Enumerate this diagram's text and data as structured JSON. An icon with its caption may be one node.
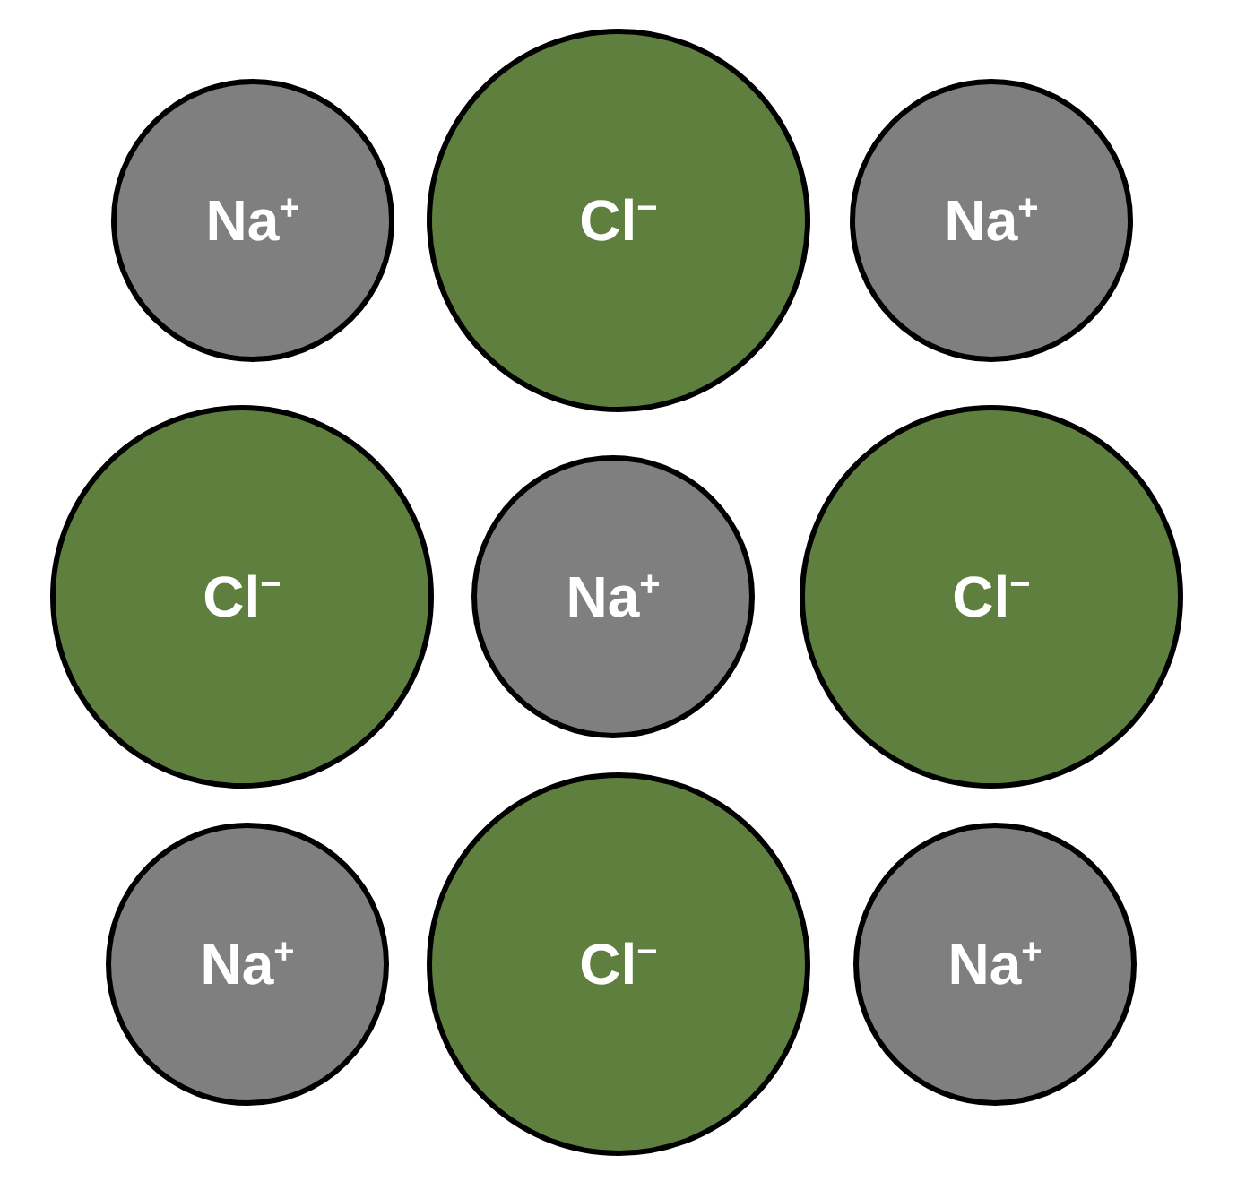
{
  "diagram": {
    "nodes": [
      {
        "text": [
          "Na$^{+}$"
        ]
      },
      {
        "text": [
          "Cl$^{−}$"
        ]
      },
      {
        "text": [
          "Na$^{+}$"
        ]
      },
      {
        "text": [
          "Cl$^{−}$"
        ]
      },
      {
        "text": [
          "Na$^{+}$"
        ]
      },
      {
        "text": [
          "Cl$^{−}$"
        ]
      },
      {
        "text": [
          "Na$^{+}$"
        ]
      },
      {
        "text": [
          "Cl$^{−}$"
        ]
      },
      {
        "text": [
          "Na$^{+}$"
        ]
      }
    ]
  }
}
